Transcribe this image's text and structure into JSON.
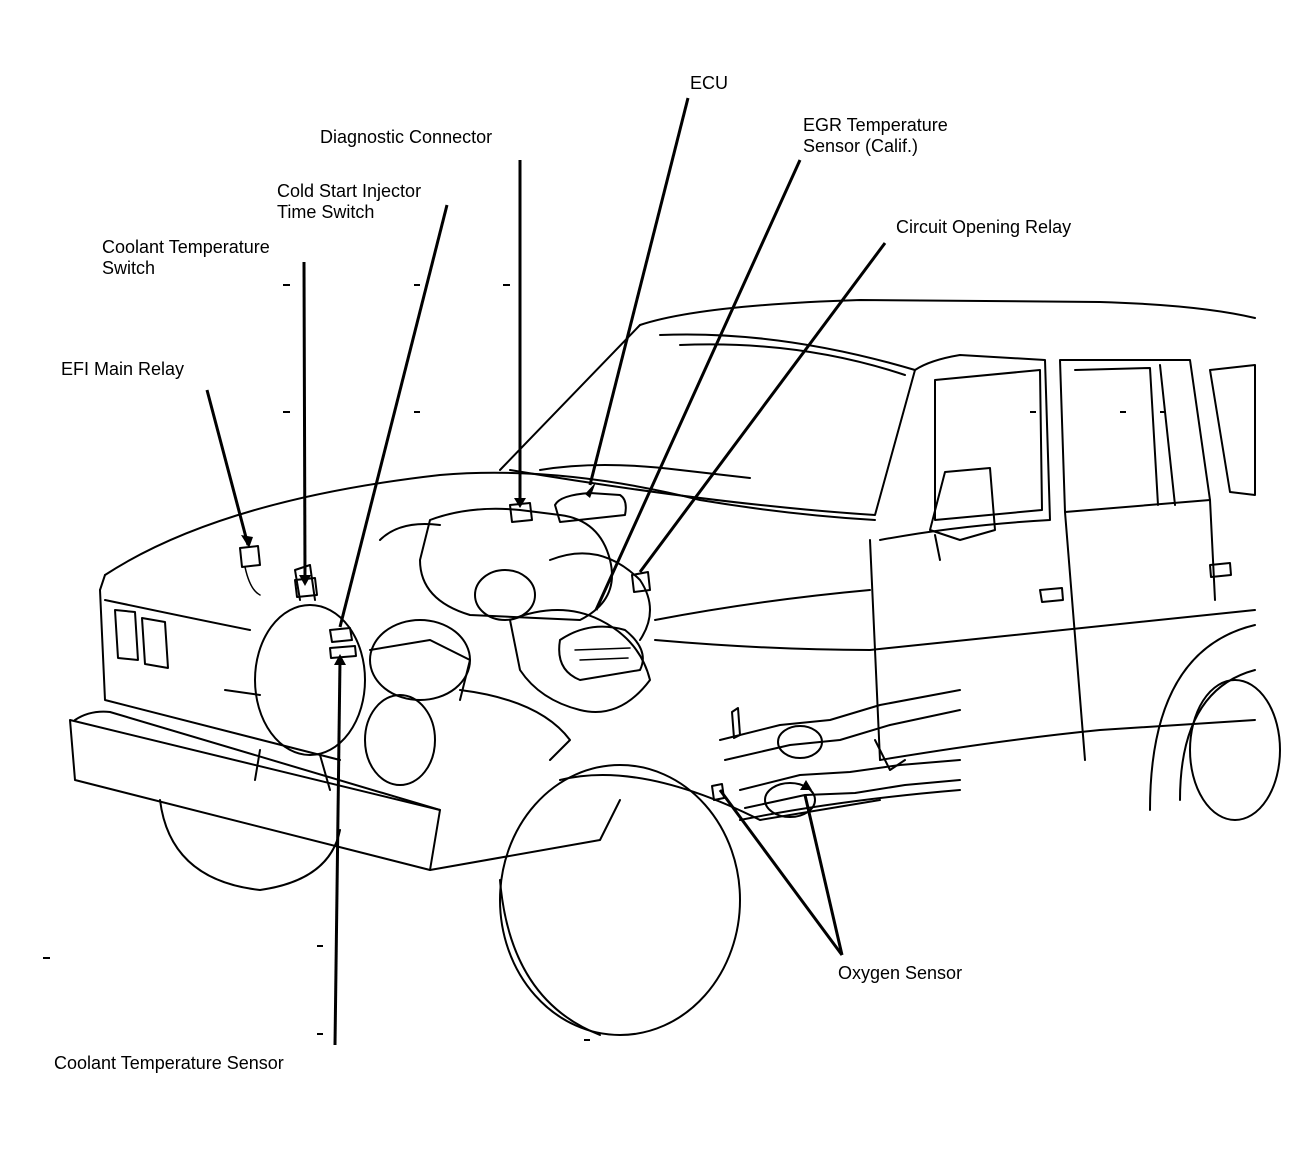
{
  "diagram": {
    "subject": "Vehicle engine compartment component locations",
    "colors": {
      "ink": "#000000",
      "paper": "#ffffff"
    },
    "labels": [
      {
        "id": "ecu",
        "text": "ECU"
      },
      {
        "id": "diagnostic-connector",
        "text": "Diagnostic Connector"
      },
      {
        "id": "egr-temperature-sensor",
        "text": "EGR Temperature\nSensor (Calif.)"
      },
      {
        "id": "cold-start-injector-time-switch",
        "text": "Cold Start Injector\nTime Switch"
      },
      {
        "id": "coolant-temperature-switch",
        "text": "Coolant Temperature\nSwitch"
      },
      {
        "id": "circuit-opening-relay",
        "text": "Circuit Opening Relay"
      },
      {
        "id": "efi-main-relay",
        "text": "EFI Main Relay"
      },
      {
        "id": "oxygen-sensor",
        "text": "Oxygen Sensor"
      },
      {
        "id": "coolant-temperature-sensor",
        "text": "Coolant Temperature Sensor"
      }
    ]
  }
}
